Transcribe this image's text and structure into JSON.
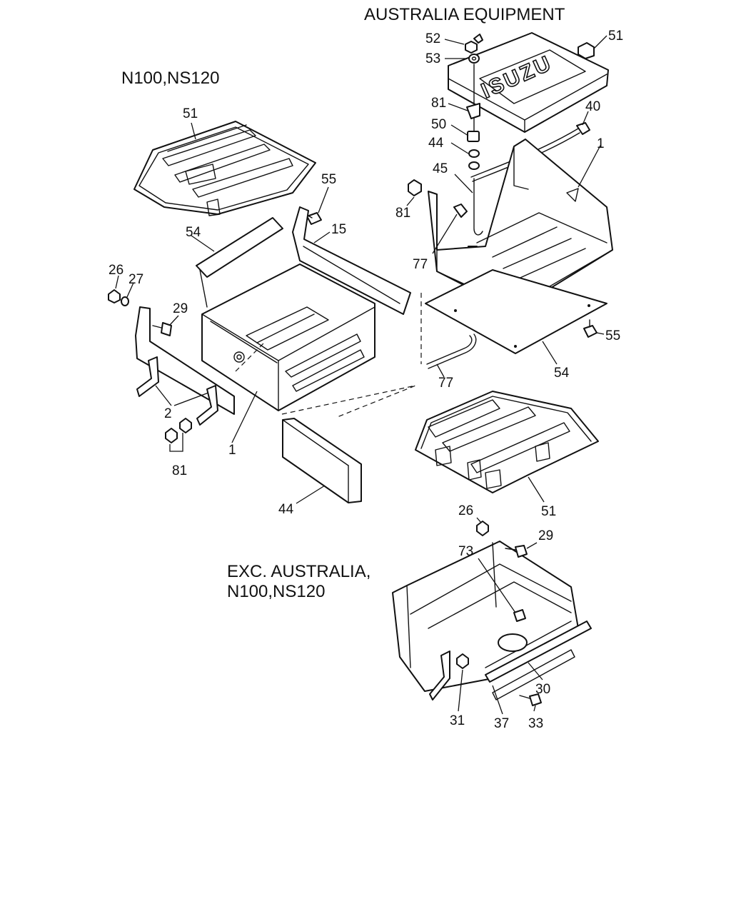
{
  "headings": {
    "australia": "AUSTRALIA EQUIPMENT",
    "n100": "N100,NS120",
    "exc_line1": "EXC. AUSTRALIA,",
    "exc_line2": "N100,NS120"
  },
  "logo_text": "ISUZU",
  "callouts": {
    "left": [
      "51",
      "55",
      "54",
      "15",
      "26",
      "27",
      "29",
      "2",
      "1",
      "81",
      "44"
    ],
    "australia": [
      "52",
      "53",
      "51",
      "81",
      "50",
      "44",
      "40",
      "1",
      "45",
      "81",
      "77",
      "55",
      "77",
      "54",
      "51"
    ],
    "exc": [
      "26",
      "29",
      "73",
      "30",
      "31",
      "37",
      "33"
    ]
  }
}
